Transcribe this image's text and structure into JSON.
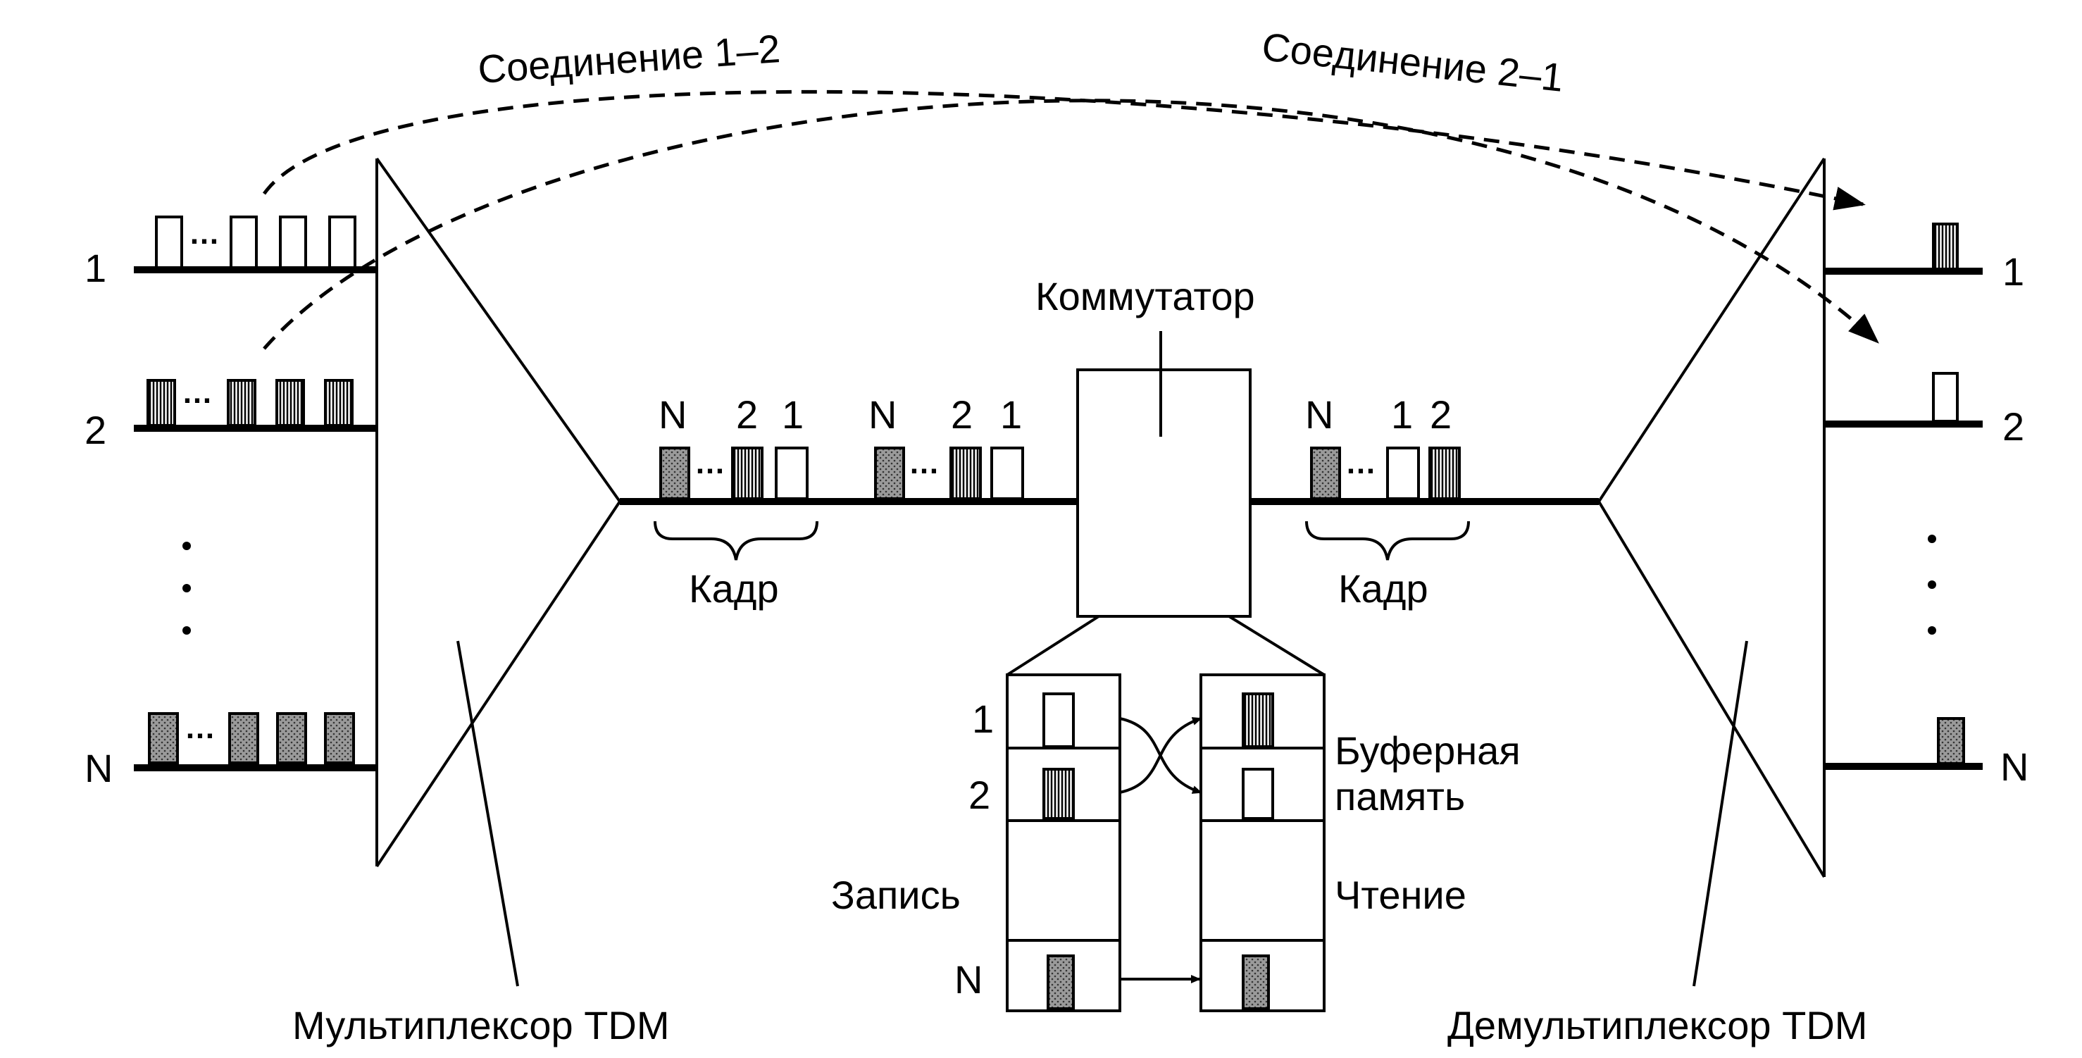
{
  "connections": {
    "one_two": "Соединение 1–2",
    "two_one": "Соединение 2–1"
  },
  "left_inputs": [
    "1",
    "2",
    "N"
  ],
  "right_outputs": [
    "1",
    "2",
    "N"
  ],
  "switch_label": "Коммутатор",
  "frame_label": "Кадр",
  "frame1_slots": [
    "N",
    "2",
    "1"
  ],
  "frame2_slots": [
    "N",
    "2",
    "1"
  ],
  "frame_out_slots": [
    "N",
    "1",
    "2"
  ],
  "buffer": {
    "rows": [
      "1",
      "2",
      "N"
    ],
    "label": "Буферная память",
    "label_line1": "Буферная",
    "label_line2": "память",
    "write": "Запись",
    "read": "Чтение"
  },
  "multiplexer_label": "Мультиплексор TDM",
  "demultiplexer_label": "Демультиплексор TDM",
  "colors": {
    "stroke": "#000000",
    "hatch_fill": "#9a9a9a",
    "background": "#ffffff"
  }
}
